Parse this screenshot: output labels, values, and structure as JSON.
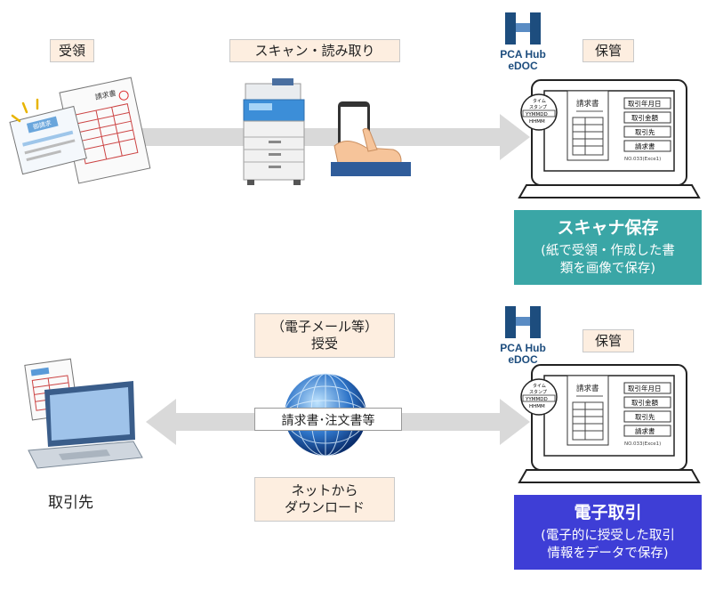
{
  "top_flow": {
    "receive_label": "受領",
    "scan_label": "スキャン・読み取り",
    "store_label": "保管",
    "brand_line1": "PCA Hub",
    "brand_line2": "eDOC",
    "result_title": "スキャナ保存",
    "result_desc_line1": "(紙で受領・作成した書",
    "result_desc_line2": "類を画像で保存)",
    "result_color": "#3aa6a6"
  },
  "bottom_flow": {
    "email_label_line1": "（電子メール等）",
    "email_label_line2": "授受",
    "docs_label": "請求書･注文書等",
    "download_label_line1": "ネットから",
    "download_label_line2": "ダウンロード",
    "partner_label": "取引先",
    "store_label": "保管",
    "brand_line1": "PCA Hub",
    "brand_line2": "eDOC",
    "result_title": "電子取引",
    "result_desc_line1": "(電子的に授受した取引",
    "result_desc_line2": "情報をデータで保存)",
    "result_color": "#3e3ed6"
  },
  "monitor": {
    "stamp_line1": "タイム",
    "stamp_line2": "スタンプ",
    "stamp_line3": "YYMMDD",
    "stamp_line4": "HHMM",
    "doc_title": "請求書",
    "field1": "取引年月日",
    "field2": "取引金額",
    "field3": "取引先",
    "field4": "請求書",
    "doc_no": "NO.033(Exce1)"
  },
  "illustrations": {
    "receipt_title": "御請求",
    "invoice_title": "請求書"
  },
  "colors": {
    "arrow": "#d9d9d9",
    "label_bg": "#fdeee0",
    "brand": "#1d4d7e",
    "brand_light": "#5a8cc4"
  }
}
